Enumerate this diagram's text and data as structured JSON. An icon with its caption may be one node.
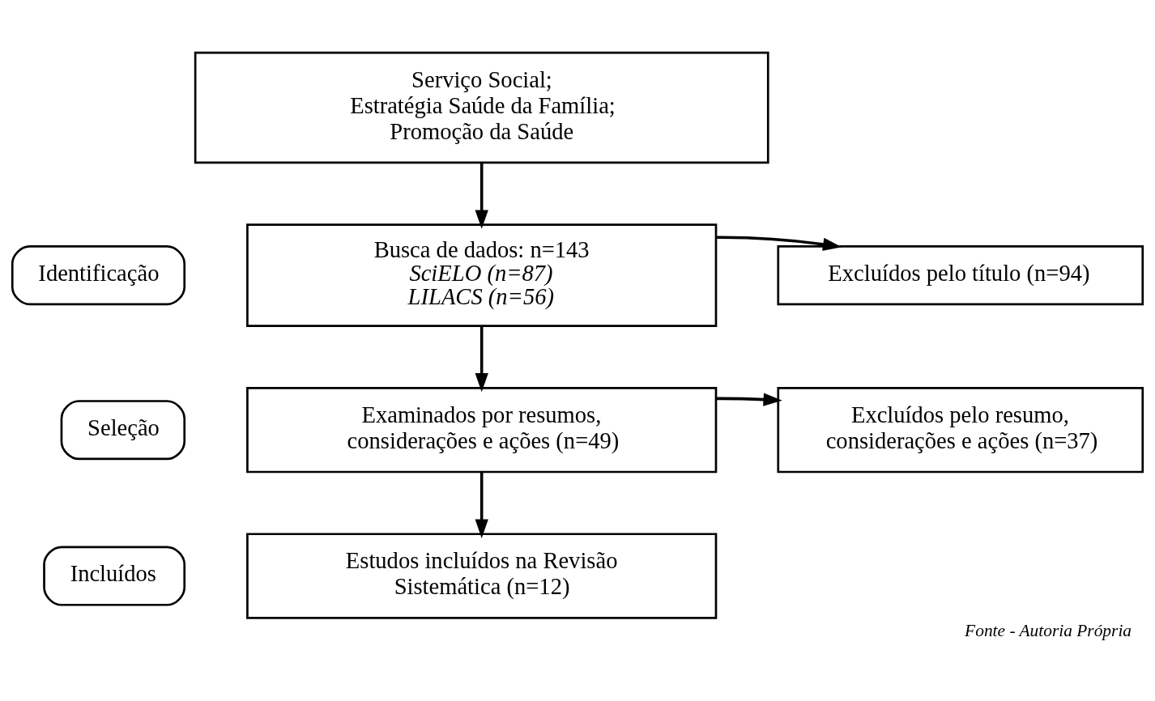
{
  "diagram": {
    "caption": "Fonte - Autoria Própria",
    "nodes": [
      {
        "text": [
          "Serviço Social;",
          "Estratégia Saúde da Família;",
          "Promoção da Saúde"
        ]
      },
      {
        "text": [
          "Identificação"
        ]
      },
      {
        "text": [
          "Busca de dados: n=143",
          "SciELO (n=87)",
          "LILACS (n=56)"
        ]
      },
      {
        "text": [
          "Excluídos pelo título (n=94)"
        ]
      },
      {
        "text": [
          "Seleção"
        ]
      },
      {
        "text": [
          "Examinados por resumos, considerações e ações (n=49)"
        ]
      },
      {
        "text": [
          "Excluídos pelo resumo, considerações e ações (n=37)"
        ]
      },
      {
        "text": [
          "Incluídos"
        ]
      },
      {
        "text": [
          "Estudos incluídos na Revisão Sistemática (n=12)"
        ]
      }
    ],
    "edges": [
      {
        "from": 0,
        "to": 2,
        "arrow": "to"
      },
      {
        "from": 2,
        "to": 3,
        "arrow": "to"
      },
      {
        "from": 2,
        "to": 5,
        "arrow": "to"
      },
      {
        "from": 5,
        "to": 6,
        "arrow": "to"
      },
      {
        "from": 5,
        "to": 8,
        "arrow": "to"
      }
    ]
  }
}
